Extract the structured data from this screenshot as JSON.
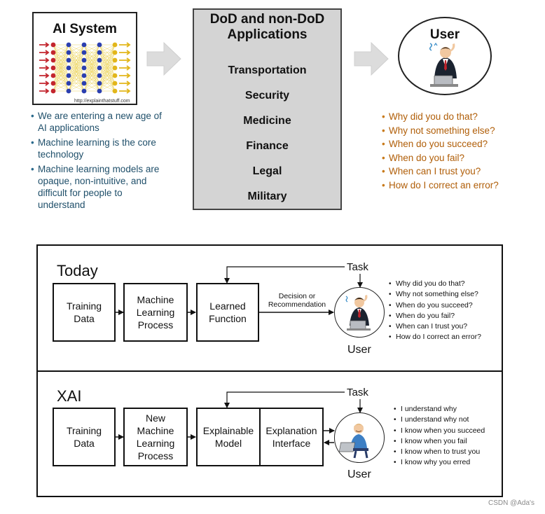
{
  "ai_system": {
    "title": "AI System",
    "source_url": "http://explainthatstuff.com",
    "bullets": [
      "We are entering a new age of AI applications",
      "Machine learning is the core technology",
      "Machine learning models are opaque, non-intuitive, and difficult for people to understand"
    ]
  },
  "applications": {
    "title": "DoD and non-DoD Applications",
    "items": [
      "Transportation",
      "Security",
      "Medicine",
      "Finance",
      "Legal",
      "Military"
    ]
  },
  "user": {
    "title": "User",
    "questions": [
      "Why did you do that?",
      "Why not something else?",
      "When do you succeed?",
      "When do you fail?",
      "When can I trust you?",
      "How do I correct an error?"
    ]
  },
  "today": {
    "label": "Today",
    "boxes": [
      "Training\nData",
      "Machine\nLearning\nProcess",
      "Learned\nFunction"
    ],
    "decision_label": "Decision or\nRecommendation",
    "task_label": "Task",
    "user_label": "User",
    "questions": [
      "Why did you do that?",
      "Why not something else?",
      "When do you succeed?",
      "When do you fail?",
      "When can I trust you?",
      "How do I correct an error?"
    ]
  },
  "xai": {
    "label": "XAI",
    "boxes": [
      "Training\nData",
      "New\nMachine\nLearning\nProcess",
      "Explainable\nModel",
      "Explanation\nInterface"
    ],
    "task_label": "Task",
    "user_label": "User",
    "statements": [
      "I understand why",
      "I understand why not",
      "I know when you succeed",
      "I know when you fail",
      "I know when to trust you",
      "I know why you erred"
    ]
  },
  "watermark": "CSDN @Ada's",
  "colors": {
    "ai_bullets": "#1f4f6a",
    "user_questions": "#b05e08",
    "apps_background": "#d4d4d4",
    "big_arrow": "#dcdcdc"
  }
}
